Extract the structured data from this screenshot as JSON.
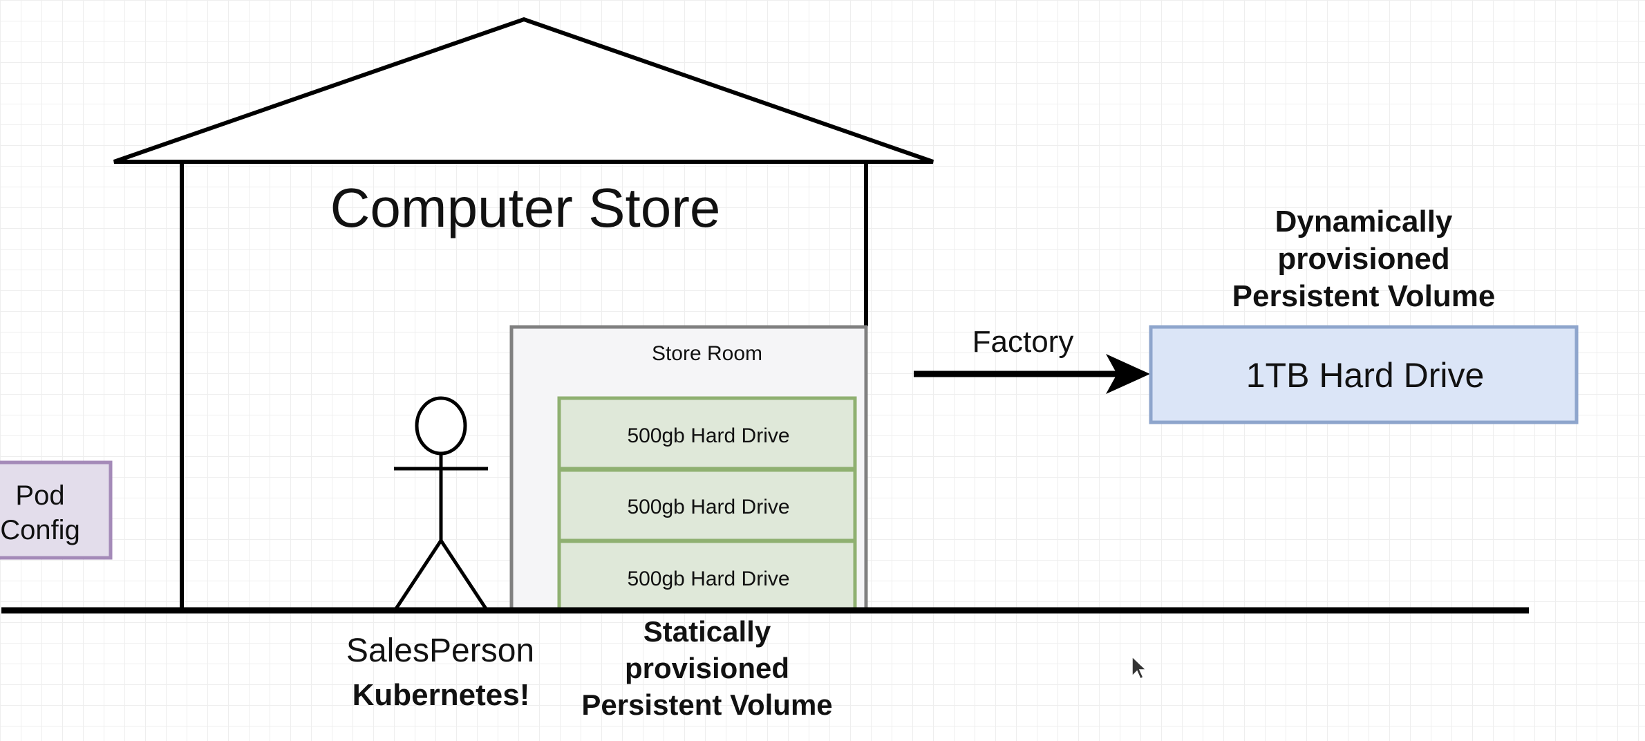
{
  "store": {
    "title": "Computer Store"
  },
  "store_room": {
    "label": "Store Room",
    "drives": [
      {
        "label": "500gb Hard Drive"
      },
      {
        "label": "500gb Hard Drive"
      },
      {
        "label": "500gb Hard Drive"
      }
    ]
  },
  "salesperson": {
    "role": "SalesPerson",
    "name": "Kubernetes!"
  },
  "static_pv": {
    "line1": "Statically",
    "line2": "provisioned",
    "line3": "Persistent Volume"
  },
  "factory": {
    "label": "Factory"
  },
  "dynamic_pv": {
    "line1": "Dynamically",
    "line2": "provisioned",
    "line3": "Persistent Volume",
    "box_label": "1TB Hard Drive"
  },
  "pod_config": {
    "line1": "Pod",
    "line2": "Config"
  },
  "colors": {
    "store_room_fill": "#f5f5f7",
    "store_room_stroke": "#808080",
    "drive_fill": "#dfe8d9",
    "drive_stroke": "#8fb071",
    "dynamic_fill": "#dbe5f7",
    "dynamic_stroke": "#8ea5cc",
    "pod_fill": "#e3ddeb",
    "pod_stroke": "#a48ab8"
  }
}
